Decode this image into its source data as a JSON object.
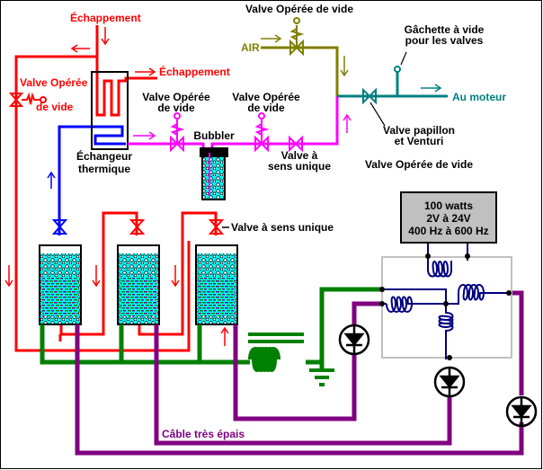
{
  "colors": {
    "exhaust": "#ff0000",
    "coolant": "#0000ff",
    "vacuum": "#ff00ff",
    "air": "#808000",
    "engine": "#008080",
    "ground": "#008000",
    "cable": "#800080",
    "coil": "#000080",
    "water": "#00ffff",
    "box_grey": "#c0c0c0",
    "black": "#000000"
  },
  "labels": {
    "exhaust_top": "Échappement",
    "exhaust_right": "Échappement",
    "valve_left_1": "Valve Opérée",
    "valve_left_2": "de vide",
    "vac_valve_a_1": "Valve Opérée",
    "vac_valve_a_2": "de vide",
    "vac_valve_b_1": "Valve Opérée",
    "vac_valve_b_2": "de vide",
    "vac_valve_top": "Valve Opérée de vide",
    "air": "AIR",
    "bubbler": "Bubbler",
    "heat_exchanger_1": "Échangeur",
    "heat_exchanger_2": "thermique",
    "check_valve_1": "Valve à",
    "check_valve_2": "sens unique",
    "trigger_1": "Gâchette à vide",
    "trigger_2": "pour les valves",
    "to_engine": "Au moteur",
    "butterfly_1": "Valve papillon",
    "butterfly_2": "et Venturi",
    "vac_valve_loose": "Valve Opérée de vide",
    "check_valve_cell": "Valve à sens unique",
    "cable": "Câble très épais"
  },
  "power_supply": {
    "line1": "100 watts",
    "line2": "2V à 24V",
    "line3": "400 Hz à 600 Hz"
  }
}
